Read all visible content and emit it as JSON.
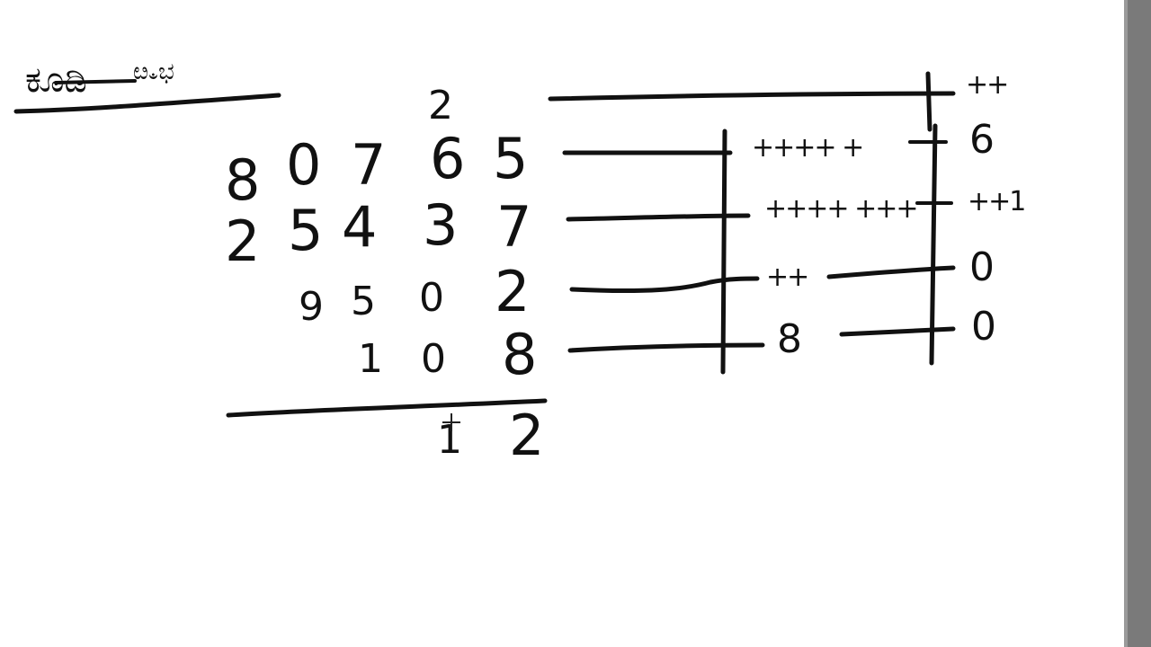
{
  "header": {
    "title_word": "ಕೂಡಿ",
    "title_scribble": "ೞಀಭ"
  },
  "carry": "2",
  "rows": [
    {
      "digits": [
        "8",
        "0",
        "7",
        "6",
        "5"
      ],
      "tally": "++++ +",
      "count": "6"
    },
    {
      "digits": [
        "2",
        "5",
        "4",
        "3",
        "7"
      ],
      "tally": "++++ +++",
      "count": "++1"
    },
    {
      "digits": [
        "9",
        "5",
        "0",
        "2"
      ],
      "tally": "++",
      "count": "0"
    },
    {
      "digits": [
        "1",
        "0",
        "8"
      ],
      "tally": "8",
      "count": "0"
    }
  ],
  "top_tally": "++",
  "result": {
    "digits": [
      "1",
      "2"
    ]
  },
  "ui": {
    "scrollbar_color": "#7a7a7a",
    "ink_color": "#111111"
  }
}
